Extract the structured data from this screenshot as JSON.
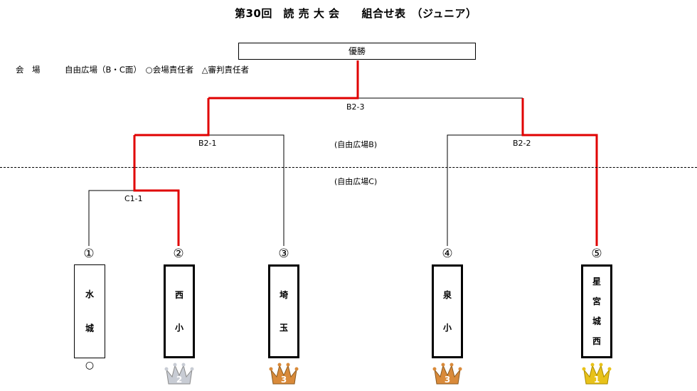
{
  "title": "第30回　読 売 大 会　　組合せ表　（ジュニア）",
  "venue": {
    "label": "会　場",
    "location": "自由広場（B・C面）",
    "legend": "○会場責任者　△審判責任者"
  },
  "champion_label": "優勝",
  "venue_b_label": "(自由広場B)",
  "venue_c_label": "(自由広場C)",
  "matches": {
    "final": "B2-3",
    "semi_left": "B2-1",
    "semi_right": "B2-2",
    "first_round": "C1-1"
  },
  "teams": [
    {
      "seed": "①",
      "name_chars": [
        "水",
        "城"
      ],
      "mark": "○",
      "crown_rank": "",
      "crown_color": ""
    },
    {
      "seed": "②",
      "name_chars": [
        "西",
        "小"
      ],
      "mark": "",
      "crown_rank": "2",
      "crown_color": "#c8ccd4"
    },
    {
      "seed": "③",
      "name_chars": [
        "埼",
        "玉"
      ],
      "mark": "",
      "crown_rank": "3",
      "crown_color": "#d98a3a"
    },
    {
      "seed": "④",
      "name_chars": [
        "泉",
        "小"
      ],
      "mark": "",
      "crown_rank": "3",
      "crown_color": "#d98a3a"
    },
    {
      "seed": "⑤",
      "name_chars": [
        "星",
        "宮",
        "城",
        "西"
      ],
      "mark": "",
      "crown_rank": "1",
      "crown_color": "#e8c21a"
    }
  ],
  "colors": {
    "winner_line": "#e00000",
    "line": "#000000"
  }
}
